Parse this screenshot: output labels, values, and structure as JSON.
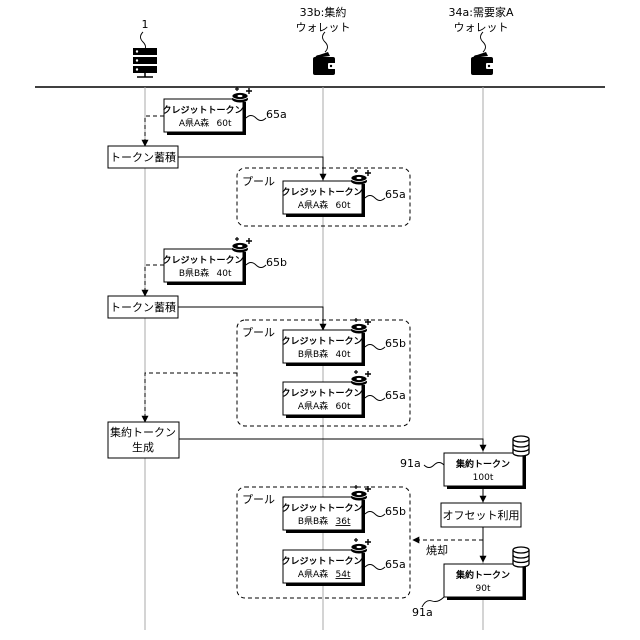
{
  "header": {
    "server": {
      "label": "1",
      "icon": "server-icon"
    },
    "wallet_b": {
      "label_line1": "33b:集約",
      "label_line2": "ウォレット",
      "icon": "wallet-icon"
    },
    "wallet_a": {
      "label_line1": "34a:需要家A",
      "label_line2": "ウォレット",
      "icon": "wallet-icon"
    }
  },
  "steps": {
    "accumulate_1": "トークン蓄積",
    "accumulate_2": "トークン蓄積",
    "aggregate_line1": "集約トークン",
    "aggregate_line2": "生成",
    "offset_use": "オフセット利用",
    "burn": "焼却"
  },
  "pool_label": "プール",
  "credit_tokens": {
    "ct1": {
      "title": "クレジットトークン",
      "region": "A県A森",
      "amount": "60t",
      "ref": "65a"
    },
    "ct2": {
      "title": "クレジットトークン",
      "region": "A県A森",
      "amount": "60t",
      "ref": "65a"
    },
    "ct3": {
      "title": "クレジットトークン",
      "region": "B県B森",
      "amount": "40t",
      "ref": "65b"
    },
    "ct4": {
      "title": "クレジットトークン",
      "region": "B県B森",
      "amount": "40t",
      "ref": "65b"
    },
    "ct5": {
      "title": "クレジットトークン",
      "region": "A県A森",
      "amount": "60t",
      "ref": "65a"
    },
    "ct6": {
      "title": "クレジットトークン",
      "region": "B県B森",
      "amount": "36t",
      "ref": "65b"
    },
    "ct7": {
      "title": "クレジットトークン",
      "region": "A県A森",
      "amount": "54t",
      "ref": "65a"
    }
  },
  "aggregate_tokens": {
    "at1": {
      "title": "集約トークン",
      "amount": "100t",
      "ref": "91a"
    },
    "at2": {
      "title": "集約トークン",
      "amount": "90t",
      "ref": "91a"
    }
  }
}
